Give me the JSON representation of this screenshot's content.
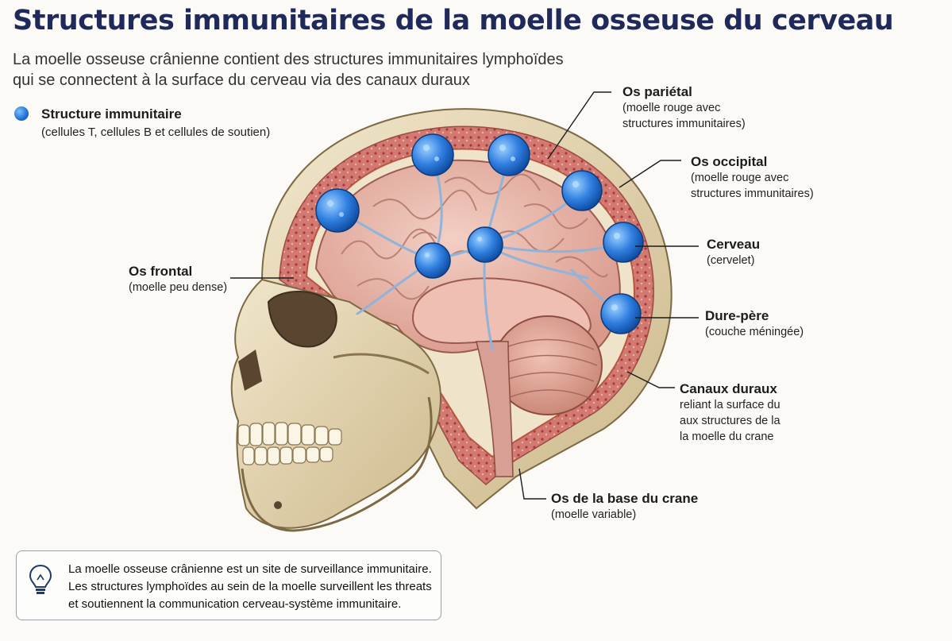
{
  "header": {
    "title": "Structures immunitaires de la moelle osseuse du cerveau",
    "subtitle_line1": "La moelle osseuse crânienne contient des structures immunitaires lymphoïdes",
    "subtitle_line2": "qui se connectent à la surface du cerveau via des canaux duraux"
  },
  "legend": {
    "title": "Structure immunitaire",
    "subtitle": "(cellules T, cellules B et cellules de soutien)",
    "color": "#1f6fd4"
  },
  "labels": {
    "parietal": {
      "title": "Os pariétal",
      "line1": "(moelle rouge avec",
      "line2": "structures immunitaires)"
    },
    "occipital": {
      "title": "Os occipital",
      "line1": "(moelle rouge avec",
      "line2": "structures immunitaires)"
    },
    "cerveau": {
      "title": "Cerveau",
      "line1": "(cervelet)"
    },
    "dure": {
      "title": "Dure-père",
      "line1": "(couche méningée)"
    },
    "canaux": {
      "title": "Canaux duraux",
      "line1": "reliant la surface du",
      "line2": "aux structures de la",
      "line3": "la moelle du crane"
    },
    "base": {
      "title": "Os de la base du crane",
      "line1": "(moelle variable)"
    },
    "frontal": {
      "title": "Os frontal",
      "line1": "(moelle peu dense)"
    }
  },
  "info_box": {
    "icon": "lightbulb-icon",
    "line1": "La moelle osseuse crânienne est un site de surveillance immunitaire.",
    "line2": "Les structures lymphoïdes au sein de la moelle surveillent les threats",
    "line3": "et soutiennent la communication cerveau-système immunitaire."
  },
  "colors": {
    "title": "#1f2a5a",
    "bone": "#e8d9b5",
    "marrow": "#c8565a",
    "brain": "#e7b3a6",
    "immune": "#2f7fe0",
    "vessel": "#8fb4dc"
  }
}
